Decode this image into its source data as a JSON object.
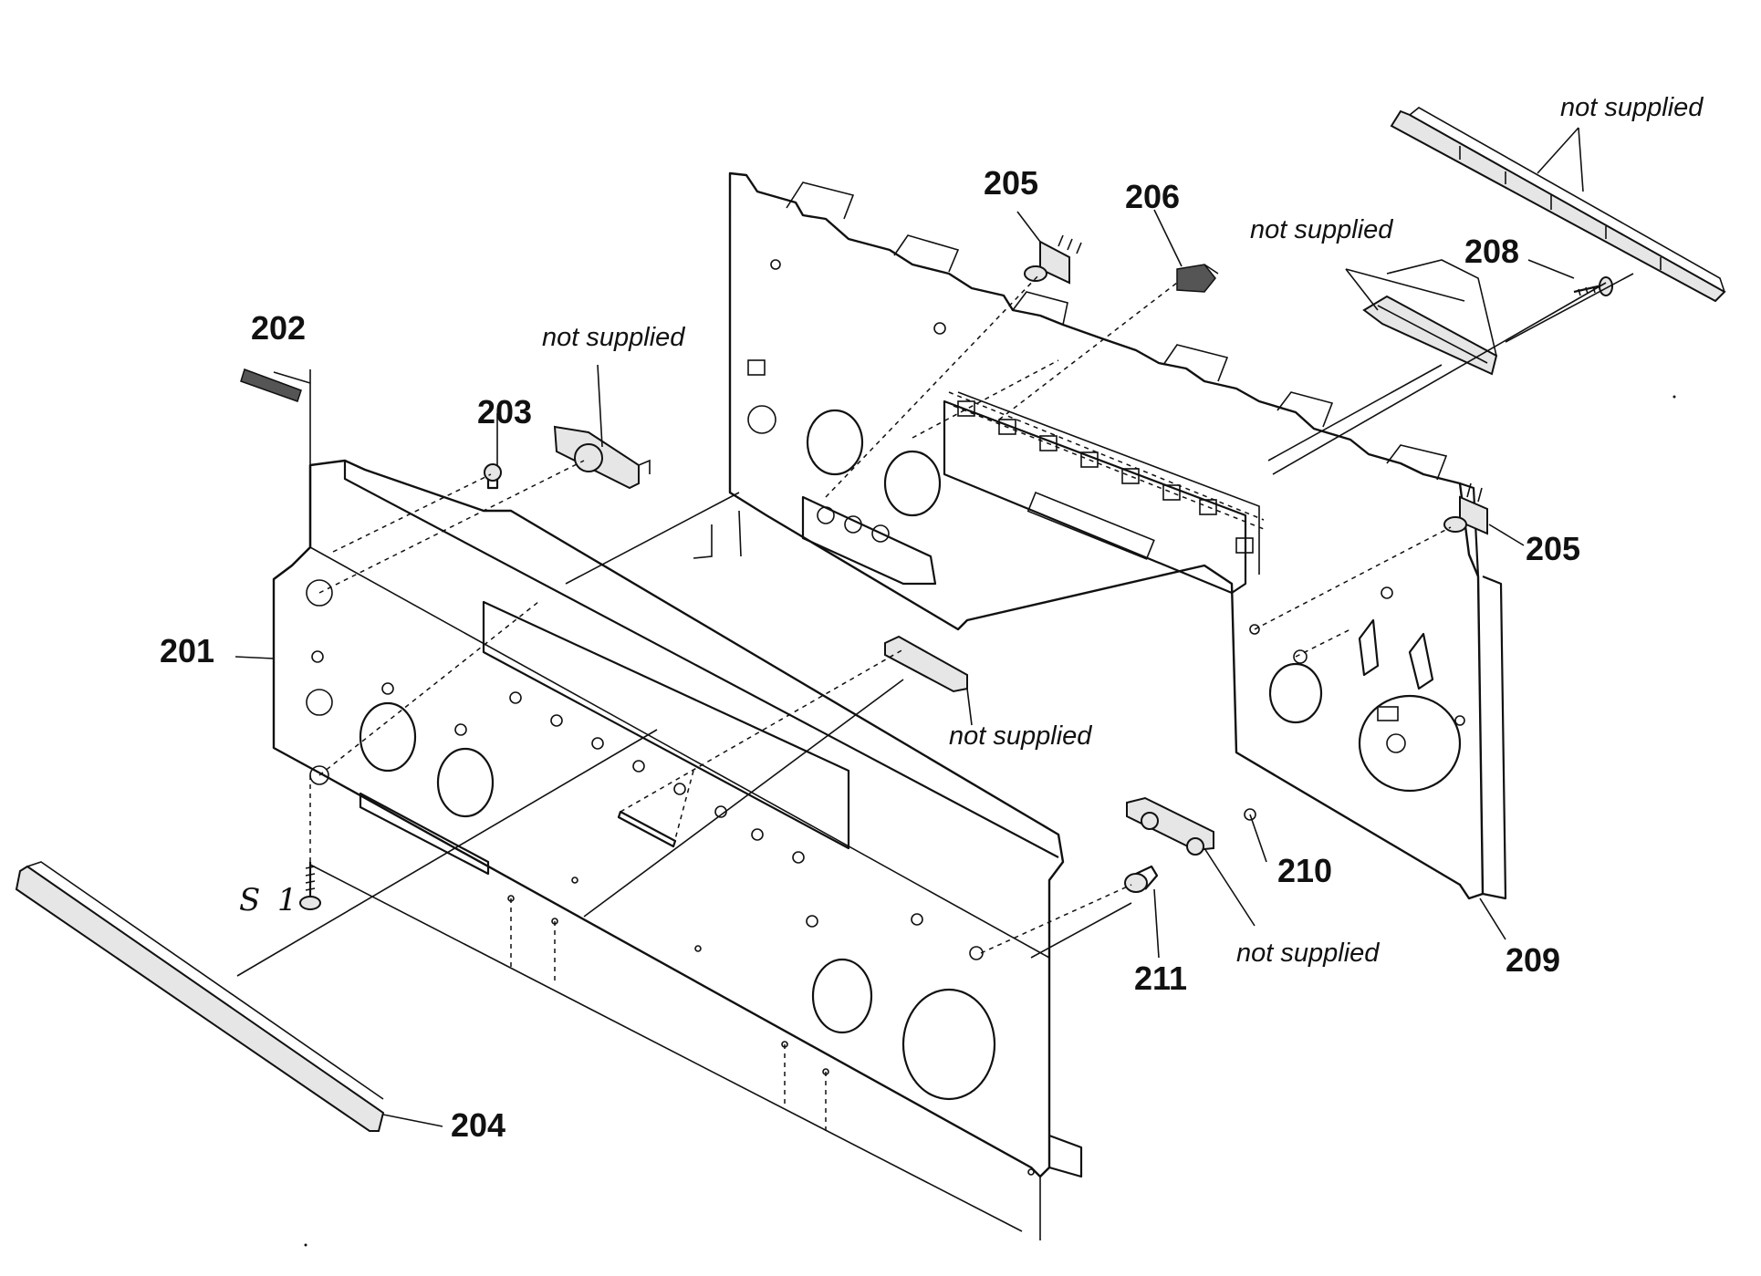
{
  "parts": {
    "p201": "201",
    "p202": "202",
    "p203": "203",
    "p204": "204",
    "p205a": "205",
    "p205b": "205",
    "p206": "206",
    "p208": "208",
    "p209": "209",
    "p210": "210",
    "p211": "211"
  },
  "notes": {
    "n1": "not supplied",
    "n2": "not supplied",
    "n3": "not supplied",
    "n4": "not supplied",
    "n5": "not supplied"
  },
  "screw_ref": {
    "symbol": "S",
    "index": "1"
  }
}
